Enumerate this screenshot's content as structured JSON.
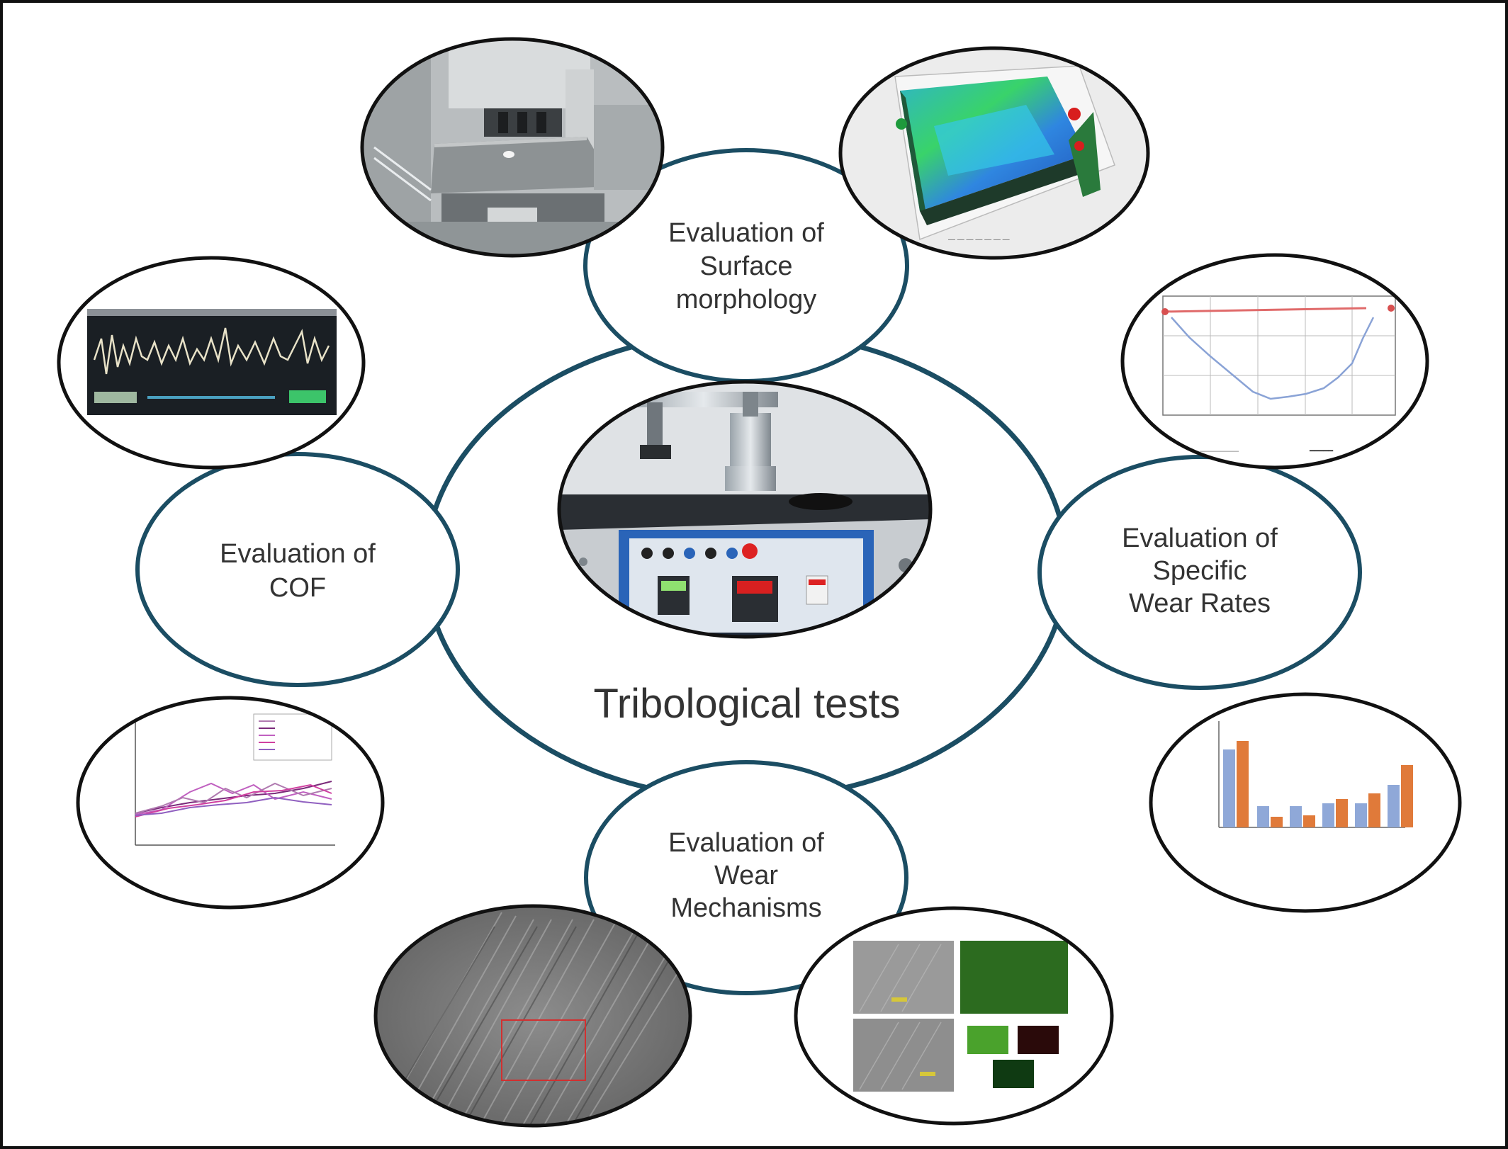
{
  "center": {
    "title": "Tribological tests"
  },
  "nodes": {
    "surface": [
      "Evaluation of",
      "Surface",
      "morphology"
    ],
    "cof": [
      "Evaluation of",
      "COF"
    ],
    "wear_rates": [
      "Evaluation of",
      "Specific",
      "Wear Rates"
    ],
    "wear_mechanisms": [
      "Evaluation of",
      "Wear",
      "Mechanisms"
    ]
  },
  "colors": {
    "ring": "#1b4d63",
    "thumb_border": "#111111",
    "text": "#333333"
  },
  "thumbnails": {
    "profilometer": "profilometer-photo-icon",
    "surface_3d": "3d-surface-map-icon",
    "cof_monitor": "cof-monitor-screen-icon",
    "wear_profile": "wear-track-profile-chart-icon",
    "cof_chart": "cof-vs-time-chart-icon",
    "wear_rate_bars": "wear-rate-bar-chart-icon",
    "sem_image": "sem-worn-surface-icon",
    "edx_maps": "edx-element-maps-icon",
    "tribometer": "tribometer-photo-icon"
  }
}
